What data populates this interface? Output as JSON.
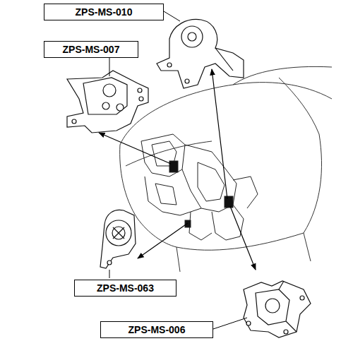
{
  "diagram": {
    "nodes": [
      {
        "text": [
          "ZPS-MS-010"
        ]
      },
      {
        "text": [
          "ZPS-MS-007"
        ]
      },
      {
        "text": [
          "ZPS-MS-063"
        ]
      },
      {
        "text": [
          "ZPS-MS-006"
        ]
      }
    ]
  }
}
